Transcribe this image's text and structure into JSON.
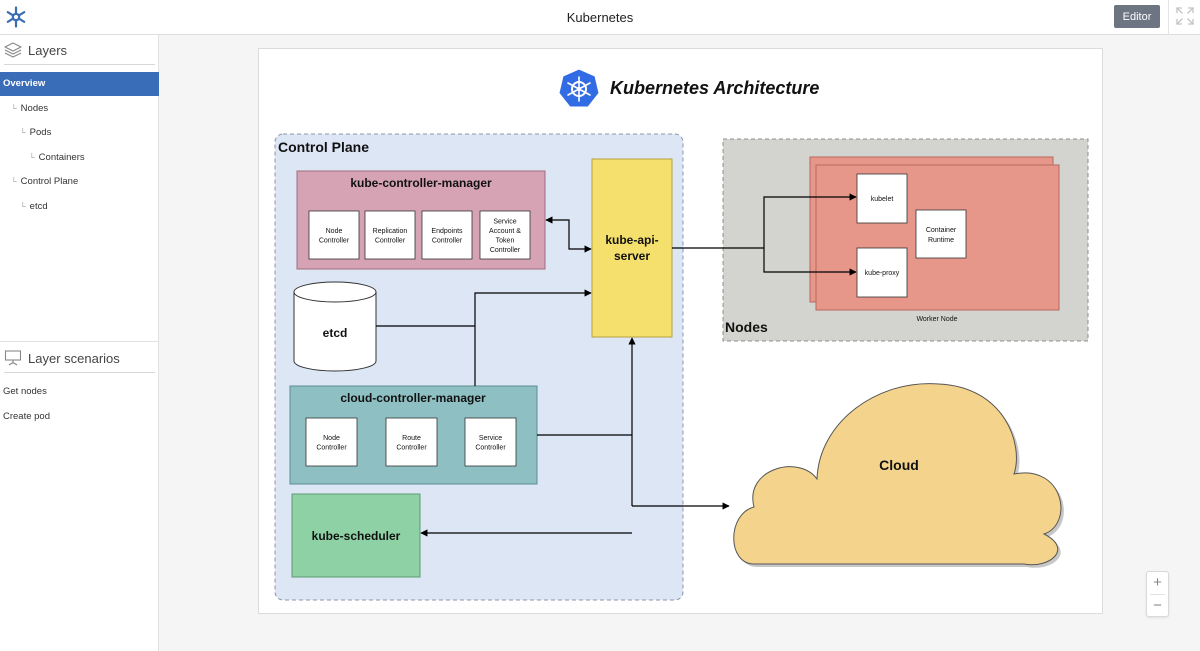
{
  "header": {
    "title": "Kubernetes",
    "editor_label": "Editor"
  },
  "sidebar": {
    "layers_title": "Layers",
    "layers": [
      {
        "label": "Overview",
        "active": true
      },
      {
        "label": "Nodes"
      },
      {
        "label": "Pods"
      },
      {
        "label": "Containers"
      },
      {
        "label": "Control Plane"
      },
      {
        "label": "etcd"
      }
    ],
    "scenarios_title": "Layer scenarios",
    "scenarios": [
      {
        "label": "Get nodes"
      },
      {
        "label": "Create pod"
      }
    ]
  },
  "diagram": {
    "title": "Kubernetes Architecture",
    "control_plane": "Control Plane",
    "kcm": {
      "title": "kube-controller-manager",
      "items": [
        [
          "Node",
          "Controller"
        ],
        [
          "Replication",
          "Controller"
        ],
        [
          "Endpoints",
          "Controller"
        ],
        [
          "Service",
          "Account &",
          "Token",
          "Controller"
        ]
      ]
    },
    "api_server": [
      "kube-api-",
      "server"
    ],
    "etcd": "etcd",
    "ccm": {
      "title": "cloud-controller-manager",
      "items": [
        [
          "Node",
          "Controller"
        ],
        [
          "Route",
          "Controller"
        ],
        [
          "Service",
          "Controller"
        ]
      ]
    },
    "scheduler": "kube-scheduler",
    "nodes": "Nodes",
    "kubelet": "kubelet",
    "kube_proxy": "kube-proxy",
    "container_runtime": [
      "Container",
      "Runtime"
    ],
    "worker_node": "Worker Node",
    "cloud": "Cloud"
  },
  "zoom": {
    "in": "+",
    "out": "−"
  },
  "colors": {
    "accent": "#3a6db8",
    "editor": "#6c7581",
    "control_plane": "#dce6f5",
    "kcm": "#d6a3b4",
    "api_server": "#f6e06d",
    "ccm": "#8ec0c3",
    "scheduler": "#8ed1a4",
    "nodes": "#d3d3cf",
    "worker": "#e7978a",
    "cloud": "#f4d48d",
    "k8s_blue": "#326ce5"
  },
  "icons": {
    "logo": "kubernetes-helm-icon",
    "layers": "layers-icon",
    "scenarios": "presentation-icon",
    "fullscreen": "expand-icon"
  }
}
